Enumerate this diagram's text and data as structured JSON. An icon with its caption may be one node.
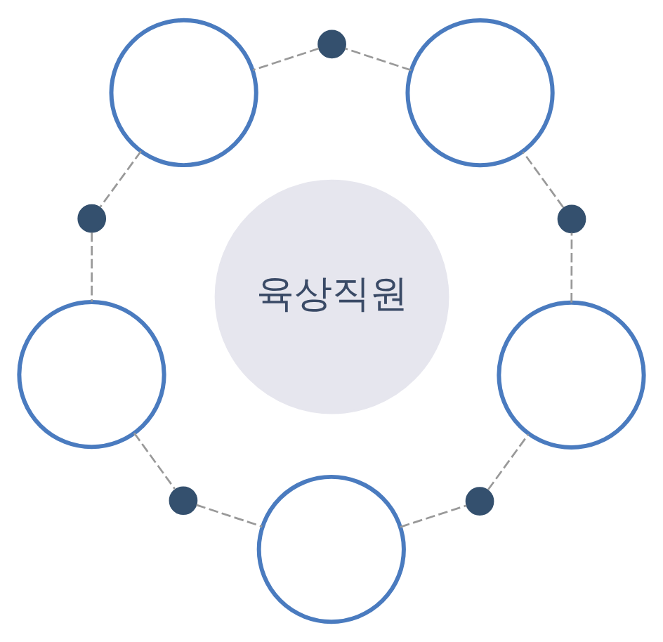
{
  "diagram": {
    "nodes": [
      {
        "text": [],
        "shape": "circle"
      },
      {
        "text": [],
        "shape": "dot"
      },
      {
        "text": [],
        "shape": "circle"
      },
      {
        "text": [],
        "shape": "dot"
      },
      {
        "text": [],
        "shape": "circle"
      },
      {
        "text": [],
        "shape": "dot"
      },
      {
        "text": [],
        "shape": "circle"
      },
      {
        "text": [],
        "shape": "dot"
      },
      {
        "text": [],
        "shape": "circle"
      },
      {
        "text": [],
        "shape": "dot"
      },
      {
        "text": [
          "육상직원"
        ]
      }
    ],
    "edges": [
      {
        "from": 0,
        "to": 1,
        "arrow": "none",
        "style": "dashed"
      },
      {
        "from": 1,
        "to": 2,
        "arrow": "none",
        "style": "dashed"
      },
      {
        "from": 2,
        "to": 3,
        "arrow": "none",
        "style": "dashed"
      },
      {
        "from": 3,
        "to": 4,
        "arrow": "none",
        "style": "dashed"
      },
      {
        "from": 4,
        "to": 5,
        "arrow": "none",
        "style": "dashed"
      },
      {
        "from": 5,
        "to": 6,
        "arrow": "none",
        "style": "dashed"
      },
      {
        "from": 6,
        "to": 7,
        "arrow": "none",
        "style": "dashed"
      },
      {
        "from": 7,
        "to": 8,
        "arrow": "none",
        "style": "dashed"
      },
      {
        "from": 8,
        "to": 9,
        "arrow": "none",
        "style": "dashed"
      },
      {
        "from": 9,
        "to": 0,
        "arrow": "none",
        "style": "dashed"
      }
    ]
  }
}
